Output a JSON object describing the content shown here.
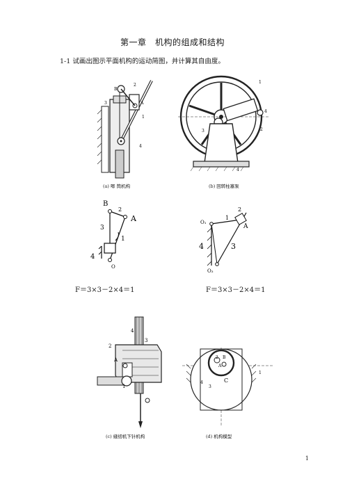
{
  "document": {
    "chapter_title": "第一章　机构的组成和结构",
    "problem_text": "1-1  试画出图示平面机构的运动简图，并计算其自由度。",
    "figures": {
      "a": {
        "caption": "(a) 唧 筒机构",
        "labels": {
          "n1": "1",
          "n2": "2",
          "n3": "3",
          "n4": "4",
          "B": "B",
          "A": "A"
        }
      },
      "b": {
        "caption": "(b) 回转柱塞泵",
        "labels": {
          "n1": "1",
          "n2": "2",
          "n3": "3",
          "n4": "4"
        }
      },
      "c": {
        "caption": "(c) 缝纫机下针机构",
        "labels": {
          "n1": "1",
          "n2": "2",
          "n3": "3",
          "n4": "4",
          "A": "A"
        }
      },
      "d": {
        "caption": "(d) 机构模型",
        "labels": {
          "n1": "1",
          "n2": "2",
          "n3": "3",
          "n4": "4",
          "A": "A",
          "B": "B",
          "C": "C"
        }
      }
    },
    "sketch_a": {
      "B": "B",
      "A": "A",
      "n1": "1",
      "n2": "2",
      "n3": "3",
      "n4": "4",
      "O": "O"
    },
    "sketch_b": {
      "O1": "O₁",
      "O3": "O₃",
      "A": "A",
      "n1": "1",
      "n2": "2",
      "n3": "3",
      "n4": "4"
    },
    "formula_left": "F＝3×3－2×4＝1",
    "formula_right": "F＝3×3－2×4＝1",
    "page_number": "1"
  }
}
